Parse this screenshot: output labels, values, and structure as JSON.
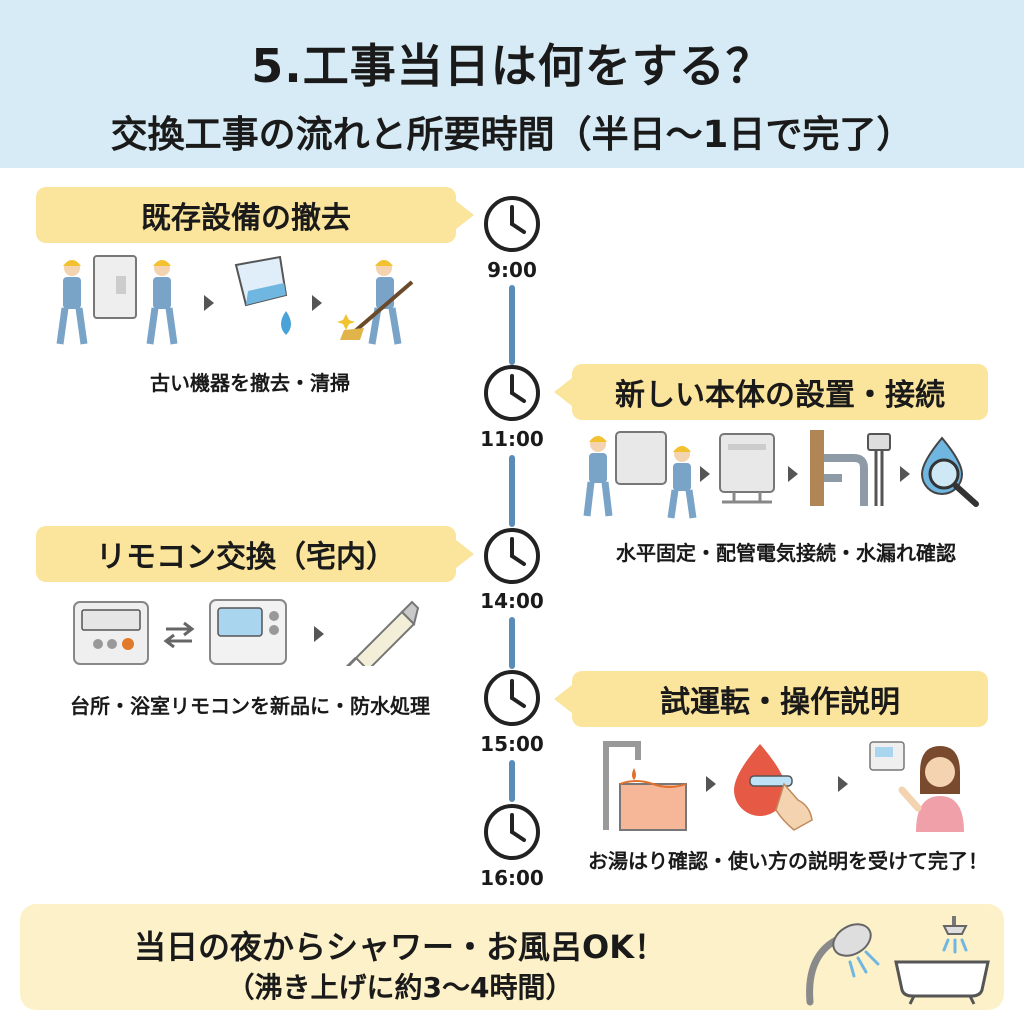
{
  "header": {
    "title": "5.工事当日は何をする？",
    "subtitle": "交換工事の流れと所要時間（半日〜1日で完了）"
  },
  "steps": [
    {
      "label": "既存設備の撤去",
      "caption": "古い機器を撤去・清掃",
      "icons": [
        "workers-carrying-unit-icon",
        "bucket-water-icon",
        "worker-sweeping-icon"
      ]
    },
    {
      "label": "新しい本体の設置・接続",
      "caption": "水平固定・配管電気接続・水漏れ確認",
      "icons": [
        "workers-carrying-unit-icon",
        "water-heater-unit-icon",
        "pipes-electric-icon",
        "water-drop-magnifier-icon"
      ]
    },
    {
      "label": "リモコン交換（宅内）",
      "caption": "台所・浴室リモコンを新品に・防水処理",
      "icons": [
        "old-remote-icon",
        "swap-arrows-icon",
        "new-remote-icon",
        "sealant-tube-icon"
      ]
    },
    {
      "label": "試運転・操作説明",
      "caption": "お湯はり確認・使い方の説明を受けて完了！",
      "icons": [
        "faucet-bathtub-icon",
        "hot-water-hand-icon",
        "remote-woman-icon"
      ]
    }
  ],
  "timeline": {
    "times": [
      "9:00",
      "11:00",
      "14:00",
      "15:00",
      "16:00"
    ]
  },
  "footer": {
    "line1": "当日の夜からシャワー・お風呂OK！",
    "line2": "（沸き上げに約3〜4時間）",
    "icons": [
      "shower-head-icon",
      "bathtub-icon"
    ]
  },
  "colors": {
    "header_bg": "#d6ebf5",
    "banner_bg": "#fbe49b",
    "timeline": "#5a8cb8",
    "footer_bg": "#fcf1c8",
    "worker_blue": "#7aa3c8",
    "helmet_yellow": "#f2c230"
  }
}
